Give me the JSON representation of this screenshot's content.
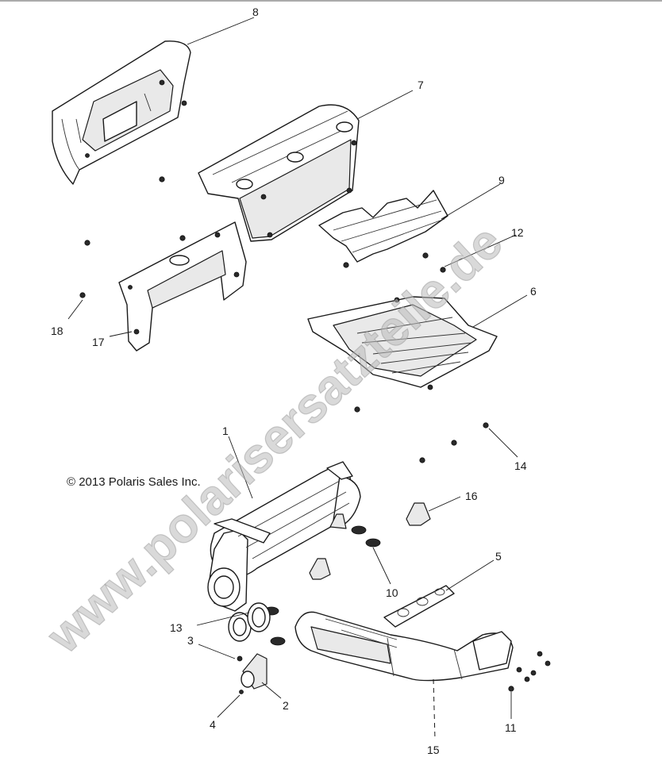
{
  "copyright": "© 2013 Polaris Sales Inc.",
  "watermark": "www.polarisersatzteile.de",
  "callouts": [
    "1",
    "2",
    "3",
    "4",
    "5",
    "6",
    "7",
    "8",
    "9",
    "10",
    "11",
    "12",
    "13",
    "14",
    "15",
    "16",
    "17",
    "18"
  ]
}
